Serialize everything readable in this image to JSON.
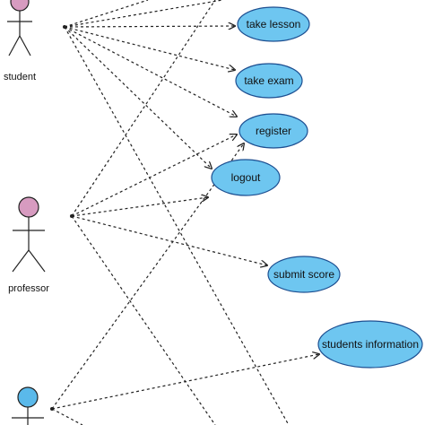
{
  "actors": [
    {
      "id": "student",
      "label": "student",
      "head_color": "#d79bc0"
    },
    {
      "id": "professor",
      "label": "professor",
      "head_color": "#d79bc0"
    },
    {
      "id": "admin",
      "label": "",
      "head_color": "#5ab9ea"
    }
  ],
  "use_cases": [
    {
      "id": "take-lesson",
      "label": "take lesson"
    },
    {
      "id": "take-exam",
      "label": "take exam"
    },
    {
      "id": "register",
      "label": "register"
    },
    {
      "id": "logout",
      "label": "logout"
    },
    {
      "id": "submit-score",
      "label": "submit score"
    },
    {
      "id": "students-information",
      "label": "students information"
    }
  ],
  "colors": {
    "use_case_fill": "#6ec6f0",
    "use_case_stroke": "#1d4f91",
    "line": "#222222"
  }
}
